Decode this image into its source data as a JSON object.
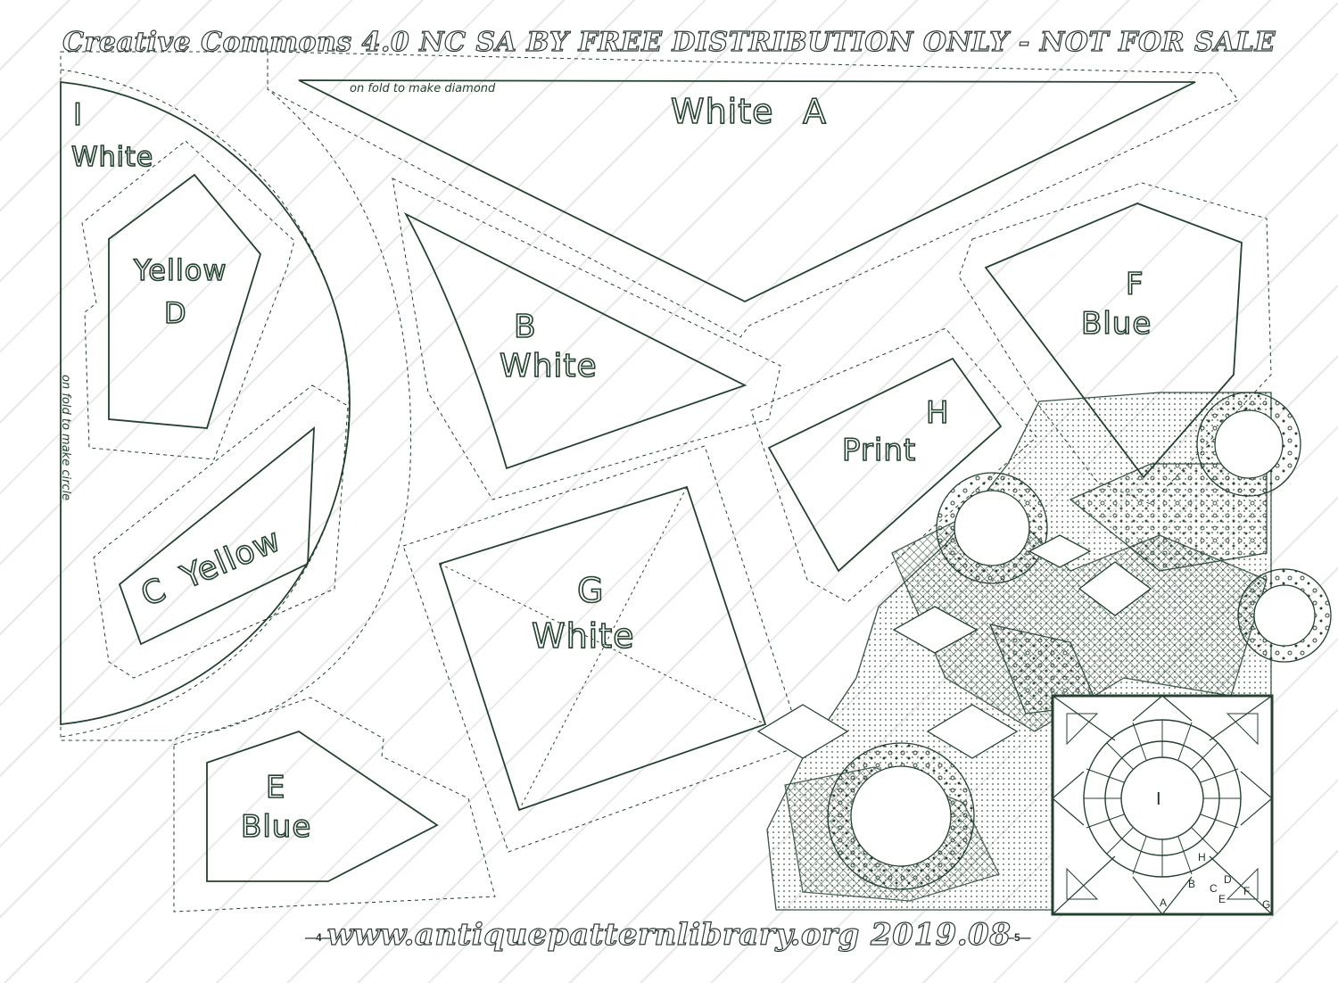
{
  "header": {
    "license": "Creative Commons 4.0 NC SA BY FREE DISTRIBUTION ONLY - NOT FOR SALE"
  },
  "footer": {
    "site": "www.antiquepatternlibrary.org 2019.08",
    "page_left": "—4—",
    "page_right": "—5—"
  },
  "pieces": {
    "A": {
      "letter": "A",
      "color": "White",
      "note": "on fold to make diamond"
    },
    "B": {
      "letter": "B",
      "color": "White"
    },
    "C": {
      "letter": "C",
      "color": "Yellow"
    },
    "D": {
      "letter": "D",
      "color": "Yellow"
    },
    "E": {
      "letter": "E",
      "color": "Blue"
    },
    "F": {
      "letter": "F",
      "color": "Blue"
    },
    "G": {
      "letter": "G",
      "color": "White"
    },
    "H": {
      "letter": "H",
      "color": "Print"
    },
    "I": {
      "letter": "I",
      "color": "White",
      "note": "on fold to make circle"
    }
  },
  "block_diagram": {
    "center_label": "I",
    "labels": [
      "A",
      "B",
      "C",
      "D",
      "E",
      "F",
      "G",
      "H"
    ]
  },
  "colors": {
    "ink": "#24412f",
    "paper": "#ffffff",
    "watermark": "#c8c8c8"
  }
}
